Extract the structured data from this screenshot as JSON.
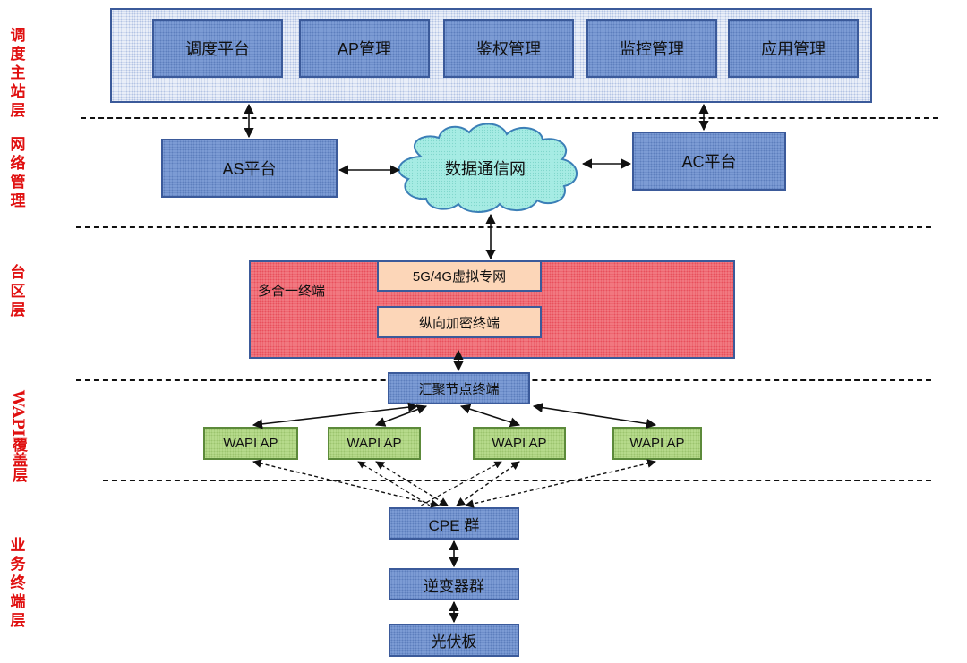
{
  "layers": {
    "dispatch_master": "调度主站层",
    "network_mgmt": "网络管理",
    "district": "台区层",
    "wapi_coverage": "WAPI覆盖层",
    "business_terminal": "业务终端层"
  },
  "top": {
    "modules": [
      "调度平台",
      "AP管理",
      "鉴权管理",
      "监控管理",
      "应用管理"
    ]
  },
  "network": {
    "as_platform": "AS平台",
    "cloud": "数据通信网",
    "ac_platform": "AC平台"
  },
  "district": {
    "terminal": "多合一终端",
    "vpn": "5G/4G虚拟专网",
    "encrypt": "纵向加密终端"
  },
  "wapi": {
    "aggregation": "汇聚节点终端",
    "aps": [
      "WAPI AP",
      "WAPI AP",
      "WAPI AP",
      "WAPI AP"
    ]
  },
  "terminal": {
    "cpe": "CPE 群",
    "inverter": "逆变器群",
    "pv": "光伏板"
  }
}
